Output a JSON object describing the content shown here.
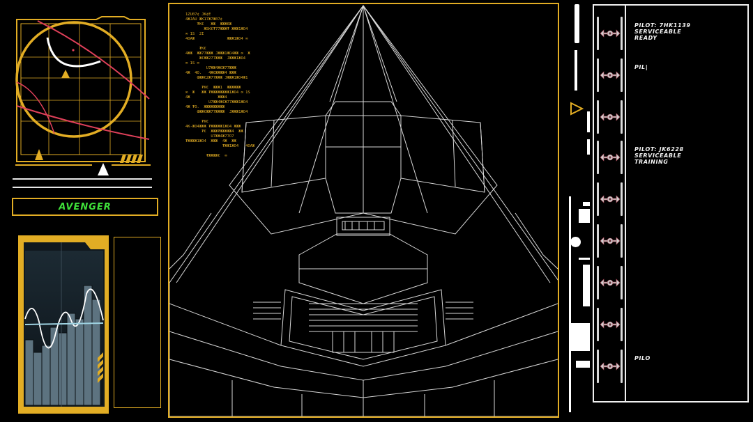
{
  "ship_label": "AVENGER",
  "readout_lines": [
    "1ZU07¢ JK¢E",
    "4ЖJAU ЖК17Ж7Ж07¢",
    "     ₮K€   ЖЖ  ЖЖЖ6Ж",
    "        ЖSK€₮77ЖЖЖ₮ ЖЖЖ1ЖО4",
    "∞ 1S  2I",
    "4ОАЖ              ЖЖЖ1ЖО4 ∞",
    "",
    "      ₮K€",
    "4ЖЖ  ЖЖ77ЖЖЖ JЖЖЖ1ЖО4ЖЖ ∞  Ж",
    "      Ж€ЖЖ277ЖЖЖ  JЖЖЖ1ЖО4",
    "∞ 1S ∞",
    "         U7ЖЖ4Ж€Ж77ЖЖЖ",
    "4Ж  4О.   4Ж€ЖЖЖЖ4 ЖЖЖ",
    "     ФЖЖ€2Ж77ЖЖЖ JЖЖЖ1ЖО4Ж1",
    "",
    "       ₮K€  ЖЖЖ1  ЖЖЖЖЖЖ",
    "∞  Ж   ЖЖ ₮ЖЖЖЖЖЖЖЖ1ЖО4 ∞ 1S",
    "4Ж            ЖЖЖ4",
    "          U7ЖЖ4Ж€Ж77ЖЖЖ1ЖО4",
    "4Ж ₮О.  ЖЖЖЖЖЖЖЖЖ",
    "     ФЖЖ€ЖЖ77ЖЖЖЖ  JЖЖЖ1ЖО4",
    "",
    "       ₮K€",
    "4К-ЖО4ЖЖЖ ₮ЖЖЖЖЖ1ЖО4 ЖЖЖ",
    "       ₮€  ЖЖЖ₮ЖЖЖЖЖ4  ЖЖ",
    "           U7ЖЖ4Ж77О7",
    "₮ЖЖЖЖ1ЖО4  ЖЖЖ  4Ж  ЖЖ",
    "                ₮ЖЖ1ЖО4   4ОАЖ",
    "",
    "         ₮ЖЖЖЖ€  ∞"
  ],
  "roster": [
    {
      "pilot_lines": [
        "PILOT: 7HK1139",
        "SERVICEABLE",
        "READY"
      ]
    },
    {
      "pilot_lines": [
        "PIL|"
      ]
    },
    {
      "pilot_lines": []
    },
    {
      "pilot_lines": [
        "PILOT: JK6228",
        "SERVICEABLE",
        "TRAINING"
      ]
    },
    {
      "pilot_lines": []
    },
    {
      "pilot_lines": []
    },
    {
      "pilot_lines": []
    },
    {
      "pilot_lines": []
    },
    {
      "pilot_lines": [
        "PILO"
      ]
    }
  ],
  "colors": {
    "accent": "#e2ad24",
    "label_text": "#3fe03a",
    "target_line": "#e0405a",
    "wireframe": "#d8d8d8"
  },
  "icons": {
    "play": "play-triangle-icon",
    "fighter": "tie-fighter-icon"
  }
}
